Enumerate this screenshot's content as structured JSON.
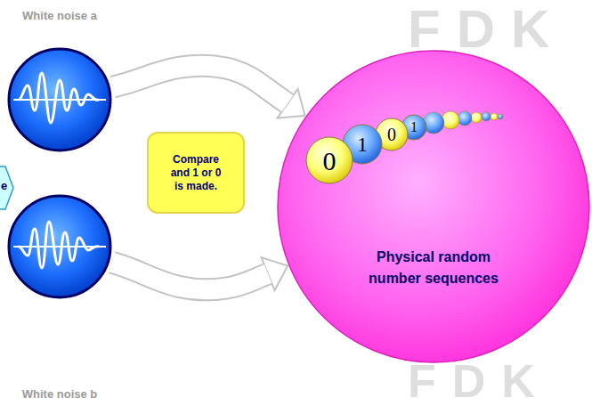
{
  "diagram": {
    "nodes": [
      {
        "text": [
          "White noise a"
        ]
      },
      {
        "text": [
          "e"
        ]
      },
      {
        "text": [
          "White noise b"
        ]
      },
      {
        "text": [
          "Compare and 1 or 0 is made."
        ]
      },
      {
        "text": [
          "Physical random number sequences"
        ]
      },
      {
        "text": [
          "0"
        ],
        "in": 4
      },
      {
        "text": [
          "1"
        ],
        "in": 4
      },
      {
        "text": [
          "0"
        ],
        "in": 4
      },
      {
        "text": [
          "1"
        ],
        "in": 4
      }
    ],
    "edges": [
      {
        "from": 0,
        "to": 4,
        "arrow": "to"
      },
      {
        "from": 2,
        "to": 4,
        "arrow": "to"
      }
    ],
    "labels": [
      "FDK",
      "FDK"
    ]
  }
}
